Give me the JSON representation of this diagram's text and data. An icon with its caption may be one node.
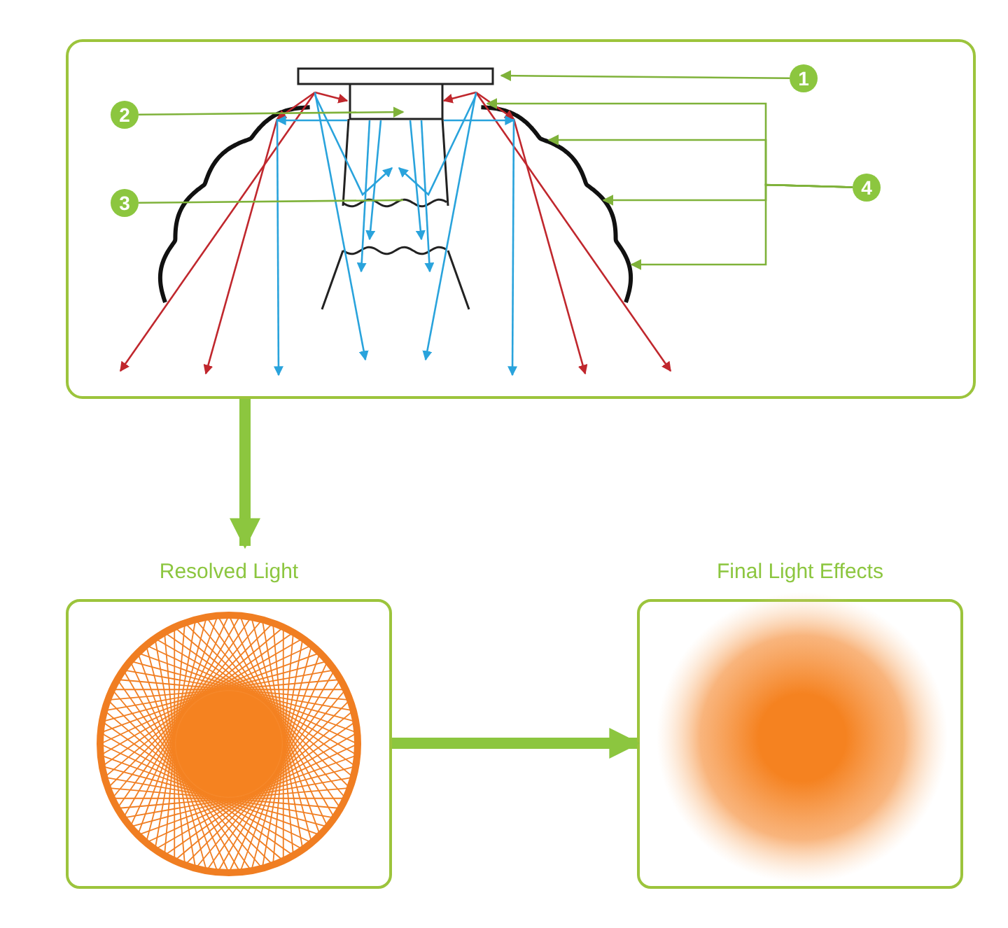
{
  "diagram": {
    "nodes": [
      {
        "text": [],
        "shape": "box"
      },
      {
        "text": [
          "1"
        ],
        "in": 0
      },
      {
        "text": [
          "2"
        ],
        "in": 0
      },
      {
        "text": [
          "3"
        ],
        "in": 0
      },
      {
        "text": [
          "4"
        ],
        "in": 0
      },
      {
        "text": [
          "Resolved Light"
        ]
      },
      {
        "text": [
          "Final Light Effects"
        ]
      }
    ],
    "edges": [
      {
        "from": 1,
        "to": null,
        "arrow": "to"
      },
      {
        "from": 2,
        "to": null,
        "arrow": "to"
      },
      {
        "from": 3,
        "to": null,
        "arrow": "none"
      },
      {
        "from": 4,
        "to": null,
        "arrow": "to"
      },
      {
        "from": 4,
        "to": null,
        "arrow": "to"
      },
      {
        "from": 4,
        "to": null,
        "arrow": "to"
      },
      {
        "from": 4,
        "to": null,
        "arrow": "to"
      },
      {
        "from": 0,
        "to": 5,
        "arrow": "to",
        "style": "thick"
      },
      {
        "from": 5,
        "to": 6,
        "arrow": "to",
        "style": "thick"
      }
    ]
  }
}
